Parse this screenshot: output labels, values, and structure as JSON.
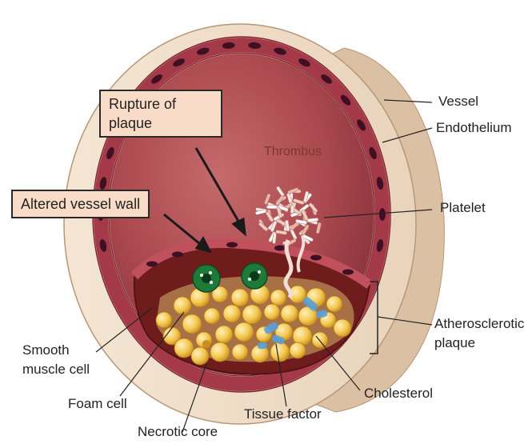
{
  "labels": {
    "vessel": "Vessel",
    "endothelium": "Endothelium",
    "thrombus": "Thrombus",
    "platelet": "Platelet",
    "atherosclerotic_plaque": [
      "Atherosclerotic",
      "plaque"
    ],
    "smooth_muscle_cell": [
      "Smooth",
      "muscle cell"
    ],
    "foam_cell": "Foam cell",
    "necrotic_core": "Necrotic core",
    "tissue_factor": "Tissue factor",
    "cholesterol": "Cholesterol"
  },
  "callouts": {
    "rupture_of_plaque": [
      "Rupture of",
      "plaque"
    ],
    "altered_vessel_wall": "Altered vessel wall"
  },
  "colors": {
    "vessel_wall": "#f3e1cc",
    "lumen": "#9c3f44",
    "endothelium": "#a43a48",
    "endothelium_nucleus": "#3f1023",
    "plaque_base": "#6e1c1c",
    "foam_cell": "#f2c045",
    "smooth_muscle": "#1f7a3a",
    "tissue_factor": "#5aa0d8",
    "callout_fill": "#f8dcc8"
  }
}
